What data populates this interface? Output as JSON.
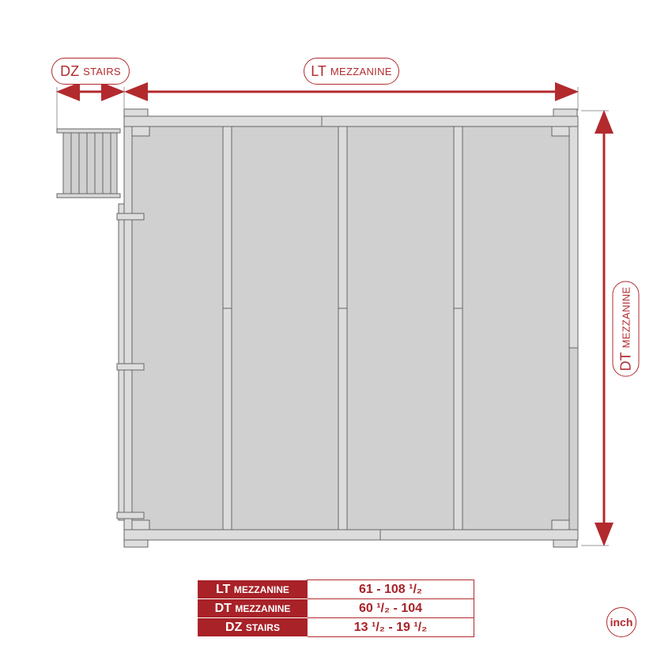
{
  "dimensions": {
    "dz": {
      "code": "DZ",
      "label": "STAIRS"
    },
    "lt": {
      "code": "LT",
      "label": "MEZZANINE"
    },
    "dt": {
      "code": "DT",
      "label": "MEZZANINE"
    }
  },
  "table": [
    {
      "code": "LT",
      "label": "MEZZANINE",
      "value": "61 - 108 ¹/₂"
    },
    {
      "code": "DT",
      "label": "MEZZANINE",
      "value": "60 ¹/₂ - 104"
    },
    {
      "code": "DZ",
      "label": "STAIRS",
      "value": "13 ¹/₂ - 19 ¹/₂"
    }
  ],
  "unit": "inch",
  "colors": {
    "accent": "#b22a2e",
    "panel": "#d0d0d0",
    "frame": "#dcdcdc"
  }
}
